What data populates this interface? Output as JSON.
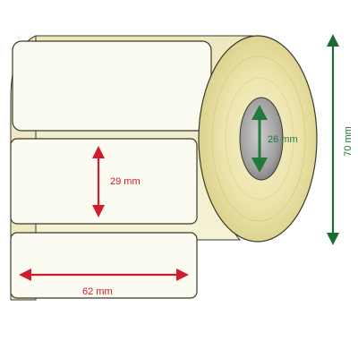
{
  "dimensions": {
    "label_height": "29 mm",
    "label_width": "62 mm",
    "core_diameter": "26 mm",
    "roll_outer_diameter": "70 mm"
  },
  "colors": {
    "label_fill": "#fbfbf2",
    "roll_cream": "#f3eec8",
    "roll_face": "#ece4ac",
    "outline": "#3a3a28",
    "label_arrows": "#d01c2b",
    "core_arrow": "#1f7a3c",
    "overall_arrow": "#1b6d2f"
  }
}
